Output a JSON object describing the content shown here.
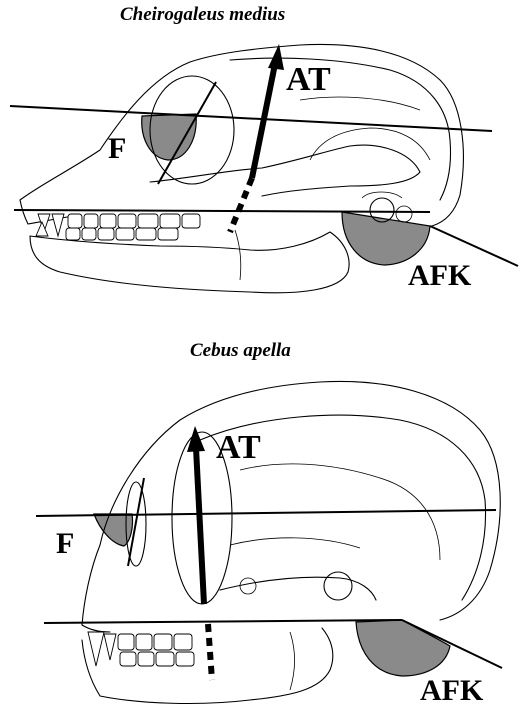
{
  "figure": {
    "panels": [
      {
        "species": "Cheirogaleus medius",
        "labels": {
          "frontal": "F",
          "anterior_temporalis": "AT",
          "afk": "AFK"
        }
      },
      {
        "species": "Cebus apella",
        "labels": {
          "frontal": "F",
          "anterior_temporalis": "AT",
          "afk": "AFK"
        }
      }
    ],
    "colors": {
      "shading": "#8a8a8a",
      "lines": "#000000",
      "background": "#ffffff"
    }
  }
}
